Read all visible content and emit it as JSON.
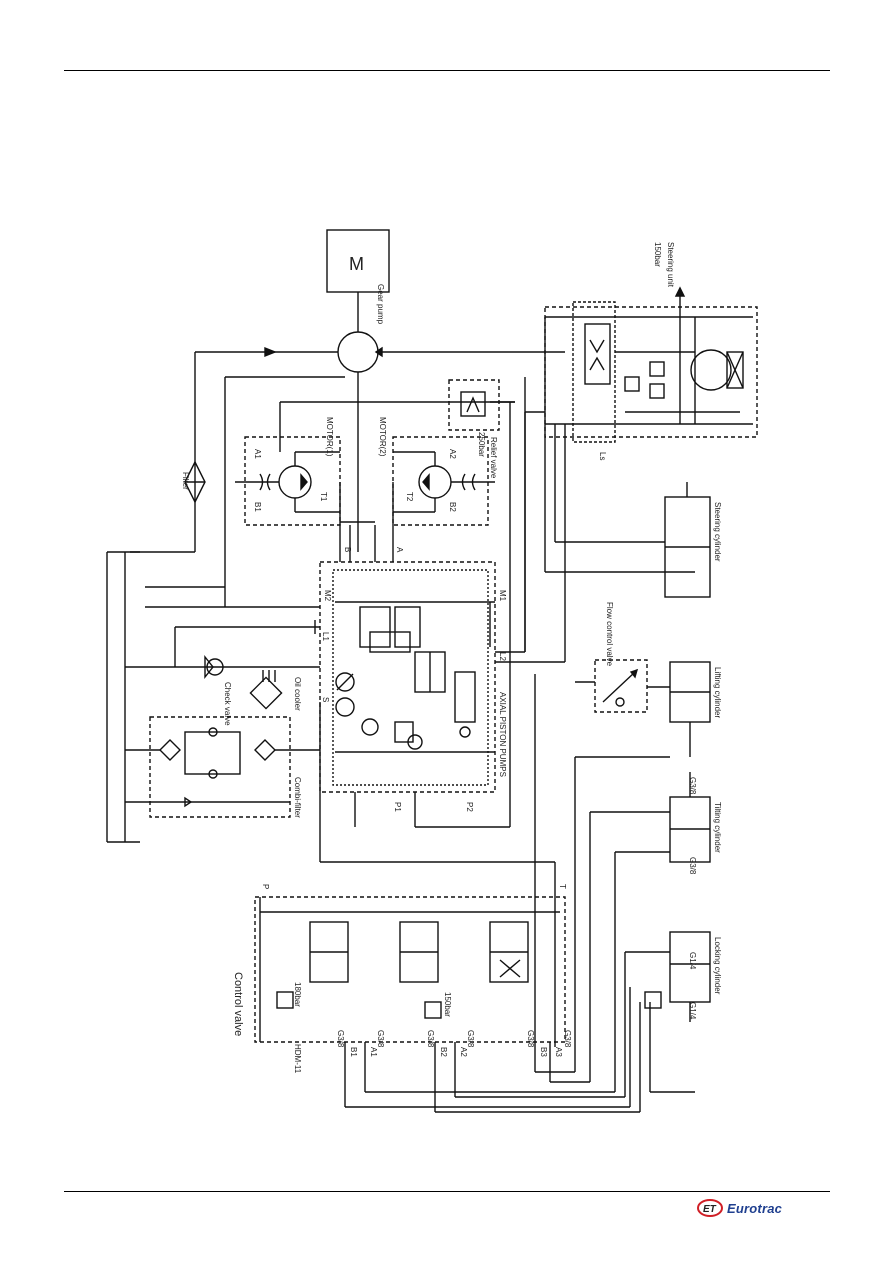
{
  "diagram": {
    "labels": {
      "steering_unit": "Steering unit",
      "steering_pressure": "150bar",
      "gear_pump": "Gear pump",
      "pump_symbol": "M",
      "relief_valve": "Relief valve",
      "relief_pressure": "250bar",
      "motor1": "MOTOR(1)",
      "motor2": "MOTOR(2)",
      "port_a1": "A1",
      "port_b1": "B1",
      "port_t1": "T1",
      "port_a2": "A2",
      "port_b2": "B2",
      "port_t2": "T2",
      "port_a": "A",
      "port_b": "B",
      "port_m1": "M1",
      "port_m2": "M2",
      "port_l1": "L1",
      "port_l2": "L2",
      "port_p1": "P1",
      "port_p2": "P2",
      "port_s": "S",
      "port_ls": "Ls",
      "port_p": "P",
      "port_t": "T",
      "axial_pumps": "AXIAL PISTON PUMPS",
      "check_valve": "Check valve",
      "oil_cooler": "Oil cooler",
      "filter": "Filter",
      "combi_filter": "Combi-filter",
      "flow_control_valve": "Flow control valve",
      "steering_cylinder": "Steering cylinder",
      "lifting_cylinder": "Lifting cylinder",
      "tilting_cylinder": "Tilting cylinder",
      "locking_cylinder": "Locking cylinder",
      "control_valve": "Control valve",
      "control_valve_model": "HDM-11",
      "control_valve_pressure": "180bar",
      "secondary_pressure": "150bar",
      "port_a1b": "A1",
      "port_b1b": "B1",
      "port_a2b": "A2",
      "port_b2b": "B2",
      "port_a3": "A3",
      "port_b3": "B3",
      "thread_g38": "G3/8",
      "thread_g14": "G1/4"
    }
  },
  "footer": {
    "brand": "Eurotrac",
    "logo_mark": "ET",
    "brand_color": "#1f3f8f",
    "mark_color": "#d01f26"
  }
}
